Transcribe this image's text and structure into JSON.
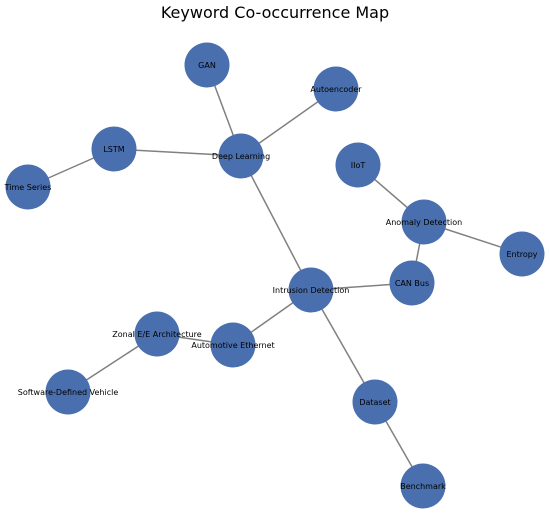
{
  "title": "Keyword Co-occurrence Map",
  "colors": {
    "node": "#4a6fae",
    "edge": "#808080",
    "label": "#000000"
  },
  "nodes": [
    {
      "id": "gan",
      "label": "GAN"
    },
    {
      "id": "autoencoder",
      "label": "Autoencoder"
    },
    {
      "id": "lstm",
      "label": "LSTM"
    },
    {
      "id": "deep_learning",
      "label": "Deep Learning"
    },
    {
      "id": "time_series",
      "label": "Time Series"
    },
    {
      "id": "iiot",
      "label": "IIoT"
    },
    {
      "id": "anomaly_detection",
      "label": "Anomaly Detection"
    },
    {
      "id": "entropy",
      "label": "Entropy"
    },
    {
      "id": "can_bus",
      "label": "CAN Bus"
    },
    {
      "id": "intrusion_detection",
      "label": "Intrusion Detection"
    },
    {
      "id": "zonal_ee",
      "label": "Zonal E/E Architecture"
    },
    {
      "id": "automotive_ethernet",
      "label": "Automotive Ethernet"
    },
    {
      "id": "sdv",
      "label": "Software-Defined Vehicle"
    },
    {
      "id": "dataset",
      "label": "Dataset"
    },
    {
      "id": "benchmark",
      "label": "Benchmark"
    }
  ],
  "edges": [
    [
      "gan",
      "deep_learning"
    ],
    [
      "autoencoder",
      "deep_learning"
    ],
    [
      "lstm",
      "deep_learning"
    ],
    [
      "lstm",
      "time_series"
    ],
    [
      "deep_learning",
      "intrusion_detection"
    ],
    [
      "iiot",
      "anomaly_detection"
    ],
    [
      "anomaly_detection",
      "entropy"
    ],
    [
      "anomaly_detection",
      "can_bus"
    ],
    [
      "can_bus",
      "intrusion_detection"
    ],
    [
      "intrusion_detection",
      "automotive_ethernet"
    ],
    [
      "intrusion_detection",
      "dataset"
    ],
    [
      "automotive_ethernet",
      "zonal_ee"
    ],
    [
      "zonal_ee",
      "sdv"
    ],
    [
      "dataset",
      "benchmark"
    ]
  ]
}
